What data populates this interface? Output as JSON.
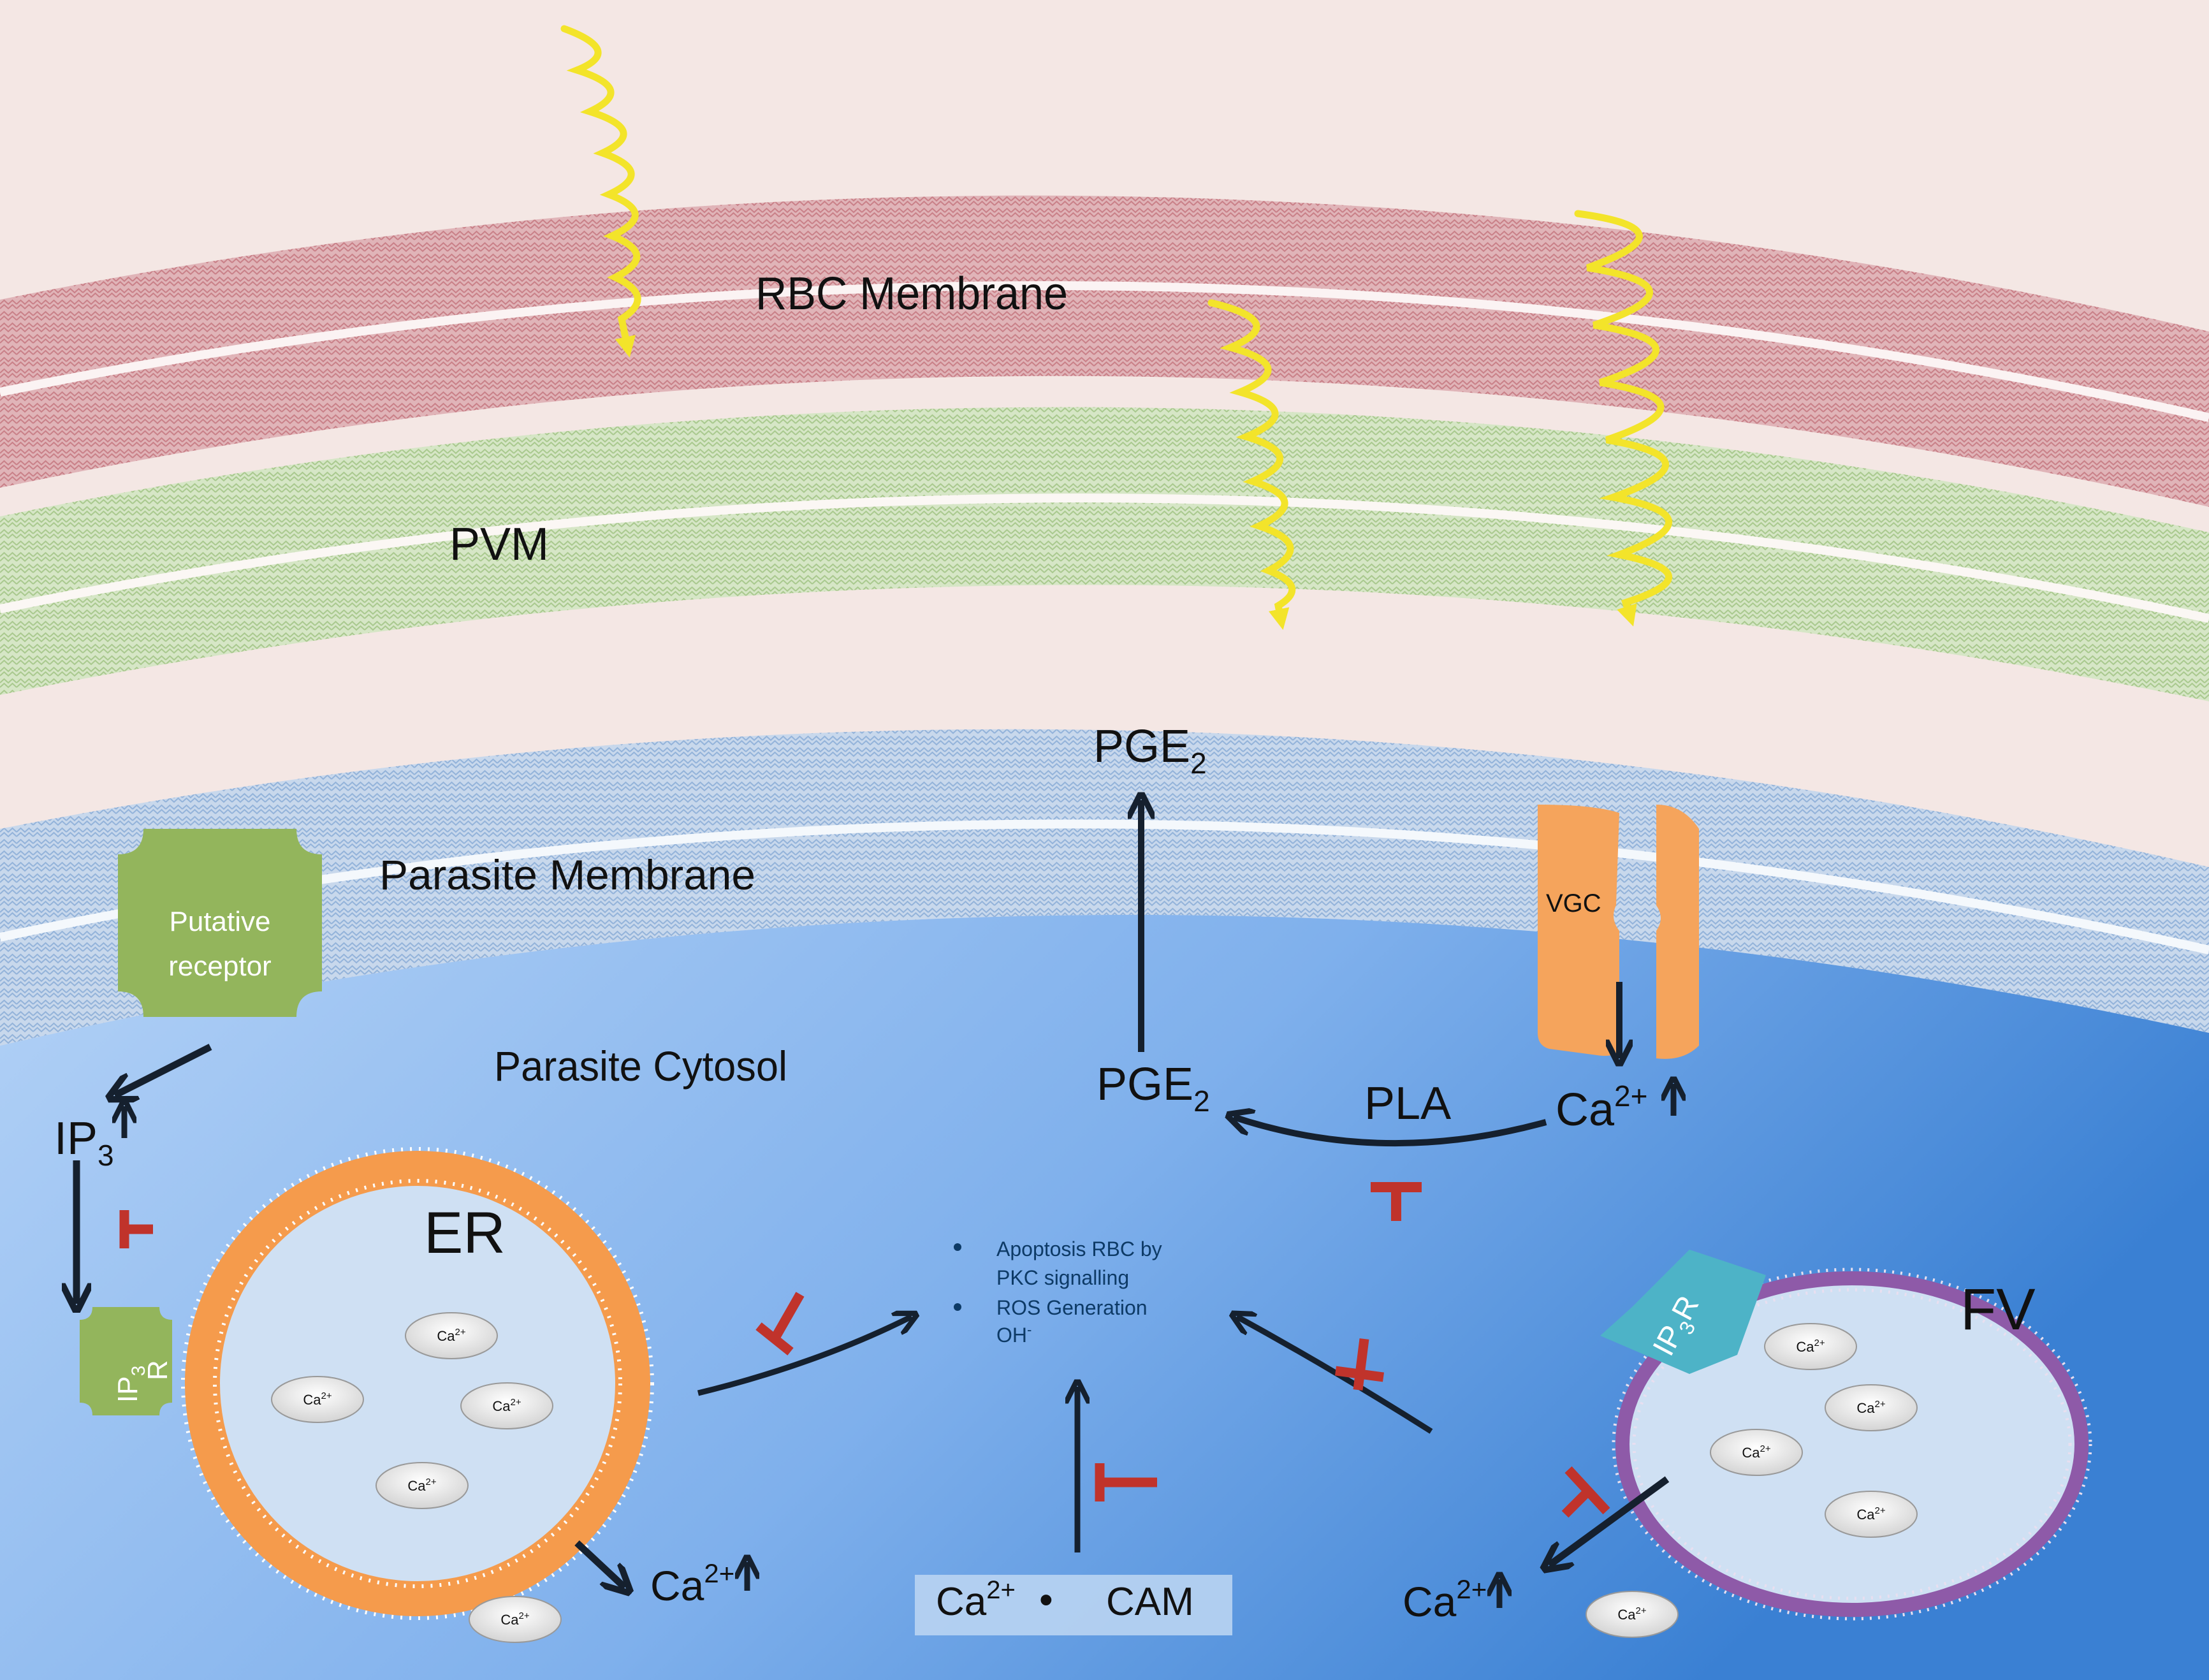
{
  "labels": {
    "rbc_membrane": "RBC Membrane",
    "pvm": "PVM",
    "parasite_membrane": "Parasite Membrane",
    "parasite_cytosol": "Parasite Cytosol",
    "putative_receptor_line1": "Putative",
    "putative_receptor_line2": "receptor",
    "vgc": "VGC",
    "pge2_top": "PGE",
    "pge2_top_sub": "2",
    "pge2_mid": "PGE",
    "pge2_mid_sub": "2",
    "pla": "PLA",
    "ca_vgc": "Ca",
    "ca_vgc_sup": "2+",
    "ip3": "IP",
    "ip3_sub": "3",
    "ip3r_left_line1": "IP",
    "ip3r_left_sub": "3",
    "ip3r_left_line2": "R",
    "ip3r_fv": "IP",
    "ip3r_fv_sub": "3",
    "ip3r_fv_r": "R",
    "er": "ER",
    "fv": "FV",
    "ca_er_release": "Ca",
    "ca_er_release_sup": "2+",
    "ca_fv_release": "Ca",
    "ca_fv_release_sup": "2+",
    "cam_ca": "Ca",
    "cam_ca_sup": "2+",
    "cam_bullet": "•",
    "cam": "CAM",
    "outcome_1_line1": "Apoptosis RBC by",
    "outcome_1_line2": "PKC signalling",
    "outcome_2_line1": "ROS Generation",
    "outcome_2_line2": "OH",
    "outcome_2_sup": "-",
    "ca_oval": "Ca",
    "ca_oval_sup": "2+"
  },
  "colors": {
    "rbc_band": "#dcaab0",
    "pvm_band": "#d2e3c0",
    "parasite_band": "#c3d4ea",
    "gap": "#f4e7e4",
    "cytosol_light": "#a9cbf4",
    "cytosol_dark": "#3c84d6",
    "er_ring": "#f59b4c",
    "fv_ring": "#8e5aa8",
    "receptor": "#93b55c",
    "vgc": "#f5a45c",
    "ip3r_fv": "#4db3c7",
    "inhibit": "#c0332b",
    "arrow": "#15202e",
    "light_wave": "#f6ec2d"
  }
}
